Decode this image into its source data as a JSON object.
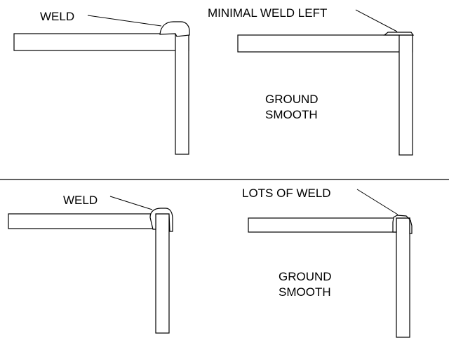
{
  "labels": {
    "top_left_weld": "WELD",
    "top_right_weld": "MINIMAL WELD LEFT",
    "top_right_note_line1": "GROUND",
    "top_right_note_line2": "SMOOTH",
    "bottom_left_weld": "WELD",
    "bottom_right_weld": "LOTS OF WELD",
    "bottom_right_note_line1": "GROUND",
    "bottom_right_note_line2": "SMOOTH"
  },
  "colors": {
    "stroke": "#000000",
    "background": "#ffffff"
  }
}
